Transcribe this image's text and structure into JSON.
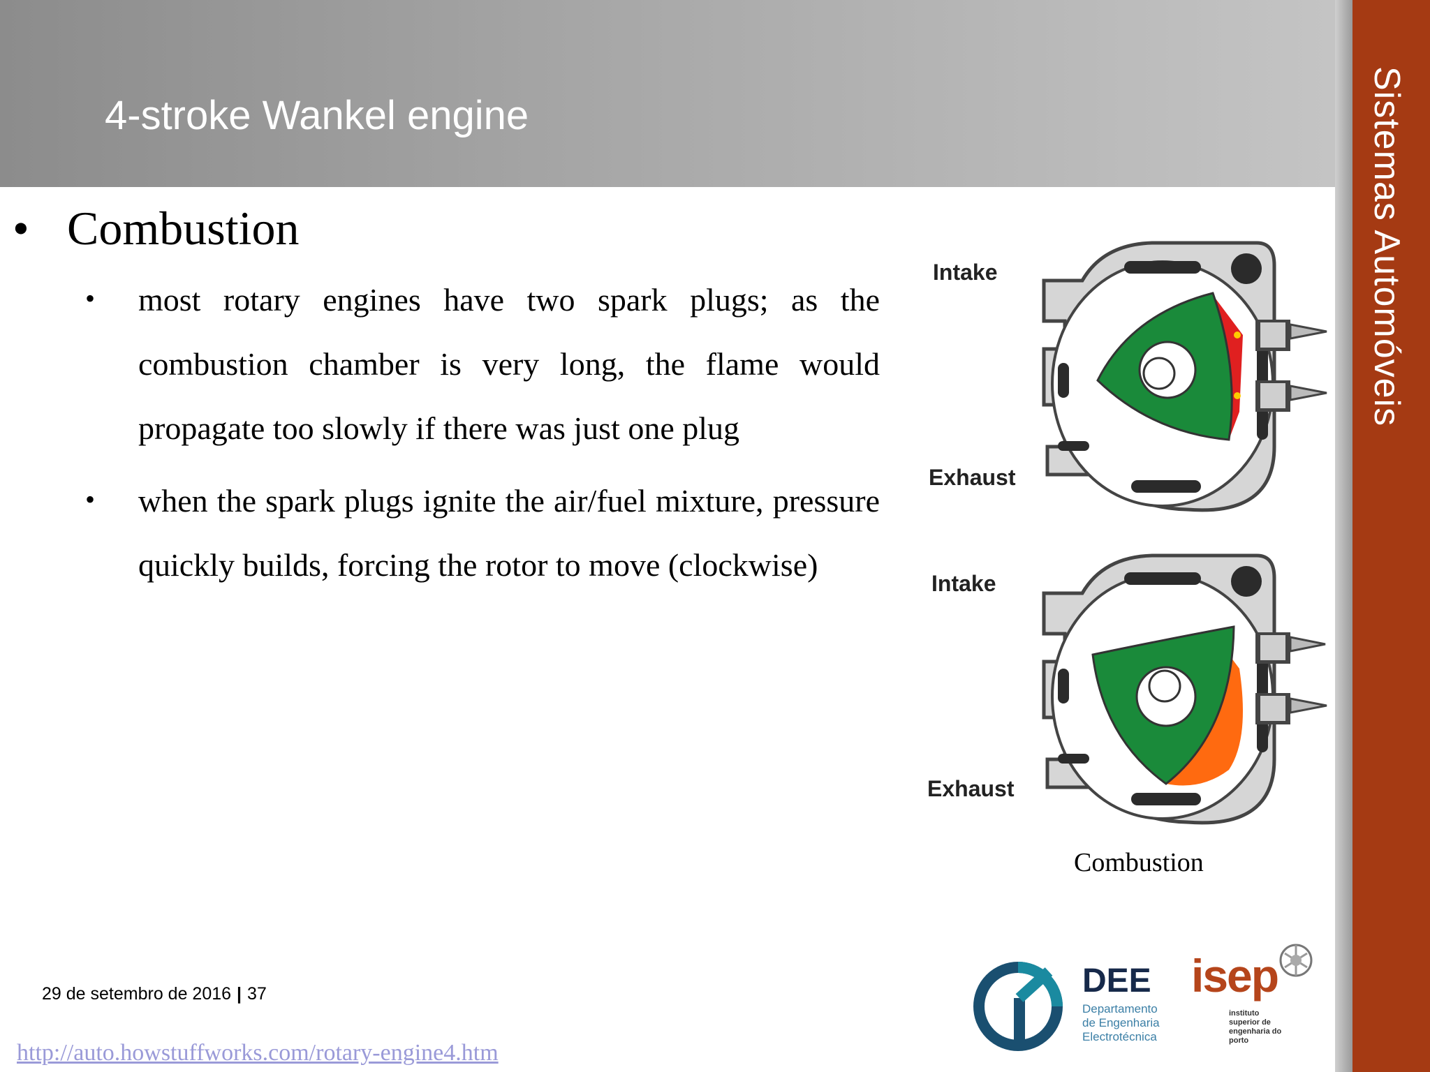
{
  "header": {
    "title": "4-stroke Wankel engine"
  },
  "sidebar": {
    "title": "Sistemas Automóveis"
  },
  "content": {
    "main_bullet": "Combustion",
    "sub_bullets": [
      "most rotary engines have two spark plugs; as the combustion chamber is very long, the flame would propagate too slowly if there was just one plug",
      "when the spark plugs ignite the air/fuel mixture, pressure quickly builds, forcing the rotor to move (clockwise)"
    ]
  },
  "figure": {
    "engine_top": {
      "intake": "Intake",
      "exhaust": "Exhaust"
    },
    "engine_bottom": {
      "intake": "Intake",
      "exhaust": "Exhaust"
    },
    "caption": "Combustion"
  },
  "footer": {
    "date": "29 de setembro de 2016",
    "page": "37",
    "source_url": "http://auto.howstuffworks.com/rotary-engine4.htm"
  },
  "logos": {
    "dee": {
      "name": "DEE",
      "subtitle": "Departamento\nde Engenharia\nElectrotécnica"
    },
    "isep": {
      "name": "isep",
      "subtitle": "instituto\nsuperior de\nengenharia do\nporto"
    }
  },
  "colors": {
    "header_gradient_start": "#8c8c8c",
    "sidebar": "#a53a13",
    "rotor": "#1a8a3a",
    "combustion_early": "#e02020",
    "combustion_late": "#ff6a10",
    "housing": "#d6d6d6"
  }
}
